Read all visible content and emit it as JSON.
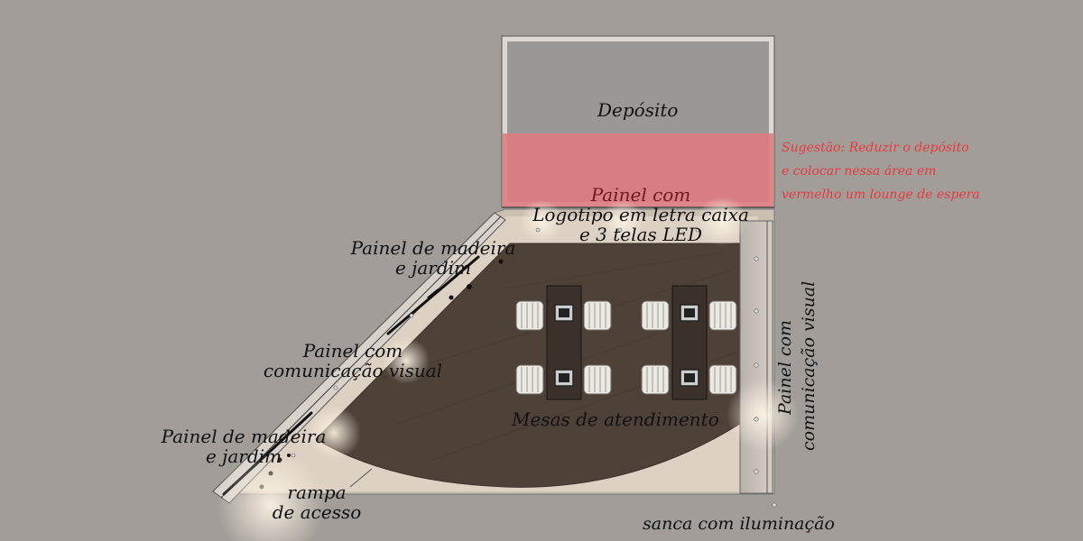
{
  "labels": {
    "deposito": "Depósito",
    "painel_logo": [
      "Painel com",
      "Logotipo em letra caixa",
      "e 3 telas LED"
    ],
    "painel_madeira_top": [
      "Painel de madeira",
      "e jardim"
    ],
    "painel_comunicacao_left": [
      "Painel com",
      "comunicação visual"
    ],
    "painel_madeira_bottom": [
      "Painel de madeira",
      "e jardim"
    ],
    "painel_comunicacao_right": [
      "Painel com",
      "comunicação visual"
    ],
    "mesas": "Mesas de atendimento",
    "rampa": [
      "rampa",
      "de acesso"
    ],
    "sanca": "sanca com iluminação"
  },
  "sugestao": [
    "Sugestão: Reduzir o depósito",
    "e colocar nessa área em",
    "vermelho um lounge de espera"
  ],
  "colors": {
    "background": "#a29d98",
    "deposit_fill": "#9a9794",
    "suggestion_fill": "#e07a7e",
    "suggestion_text": "#e8393e",
    "floor_wood": "#4e4138",
    "stage_light": "#d9cbbb"
  }
}
